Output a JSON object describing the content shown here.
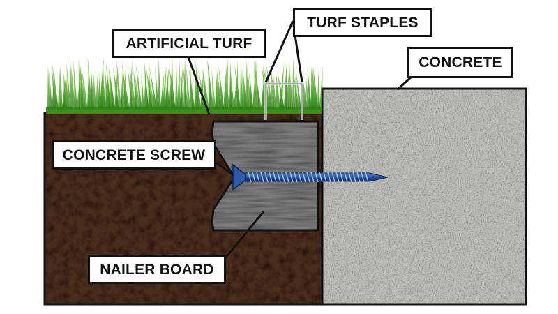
{
  "labels": {
    "turf_staples": "TURF STAPLES",
    "artificial_turf": "ARTIFICIAL TURF",
    "concrete": "CONCRETE",
    "concrete_screw": "CONCRETE SCREW",
    "nailer_board": "NAILER BOARD"
  },
  "colors": {
    "soil": "#4a2e1f",
    "grass": "#3f9a1f",
    "concrete": "#b8b8b4",
    "board": "#7b7b7b",
    "screw": "#234f9a",
    "outline": "#111111"
  }
}
